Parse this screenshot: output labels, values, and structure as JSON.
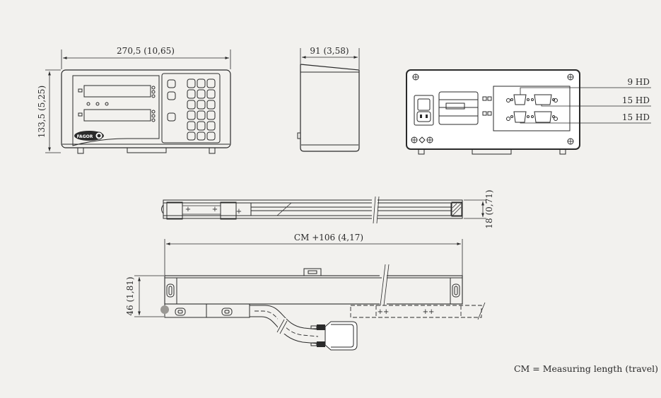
{
  "dimensions": {
    "front_width": "270,5  (10,65)",
    "front_height": "133,5  (5,25)",
    "side_depth": "91  (3,58)",
    "scale_thickness": "18 (0,71)",
    "scale_length": "CM +106 (4,17)",
    "scale_height": "46 (1,81)"
  },
  "connectors": {
    "top": "9 HD",
    "middle": "15 HD",
    "bottom": "15 HD"
  },
  "brand_logo_text": "FAGOR",
  "legend": "CM = Measuring length (travel)",
  "colors": {
    "background": "#f2f1ee",
    "line": "#2a2a2a",
    "rear_panel": "#ffffff"
  }
}
